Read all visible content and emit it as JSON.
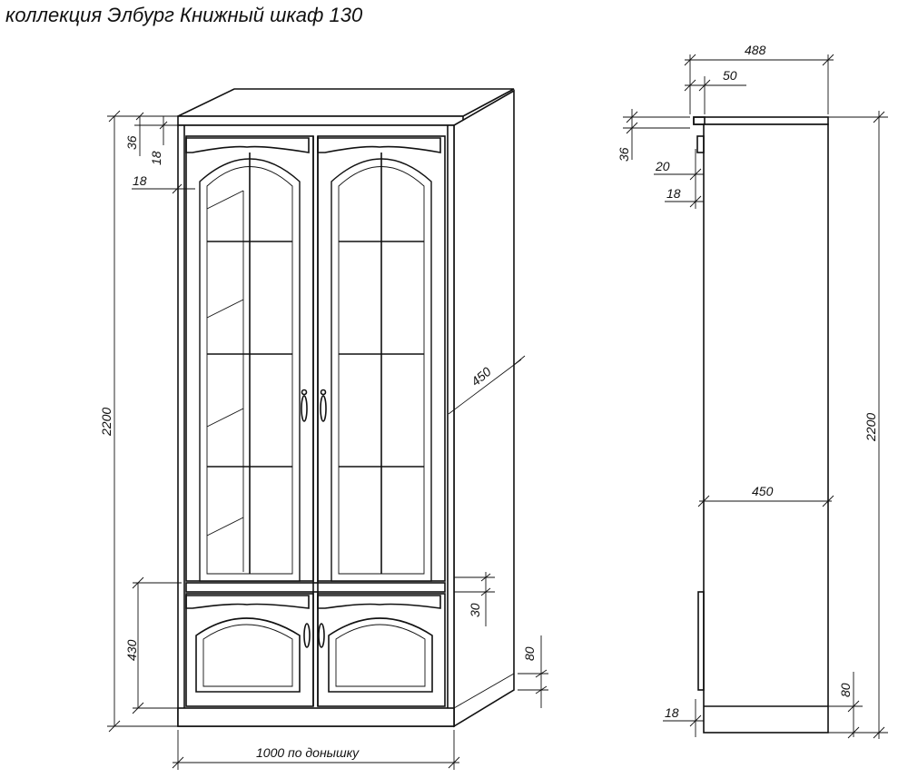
{
  "title": "коллекция Элбург  Книжный шкаф  130",
  "dimensions": {
    "total_height_front": "2200",
    "top_36": "36",
    "top_18": "18",
    "cornice_18": "18",
    "depth_450_iso": "450",
    "plinth_30": "30",
    "lower_430": "430",
    "plinth_80_front": "80",
    "width_bottom": "1000 по донышку",
    "side_488": "488",
    "side_50": "50",
    "side_36": "36",
    "side_20": "20",
    "side_18_top": "18",
    "side_450": "450",
    "side_2200": "2200",
    "side_80": "80",
    "side_18_bottom": "18"
  }
}
